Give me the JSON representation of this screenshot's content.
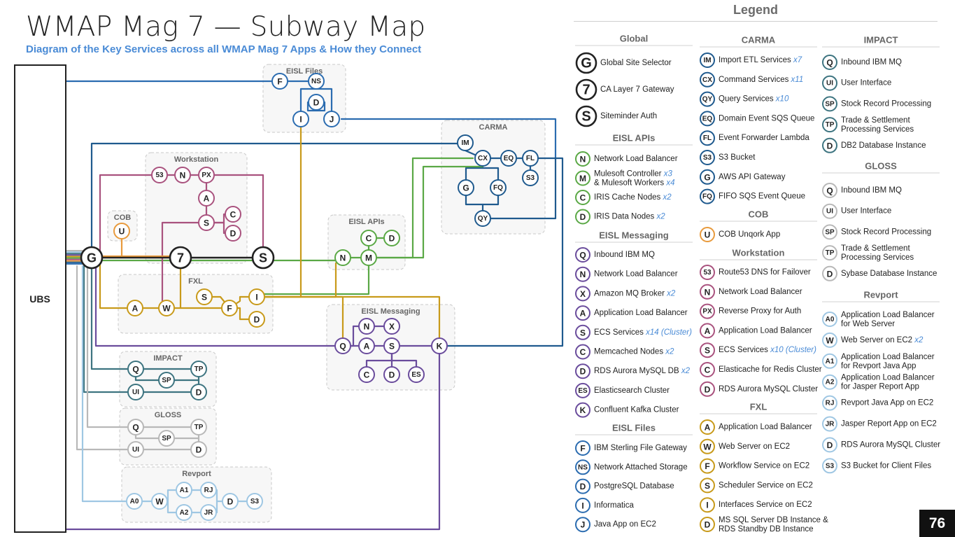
{
  "header": {
    "title": "WMAP Mag 7 — Subway Map",
    "subtitle": "Diagram of the Key Services across all WMAP Mag 7 Apps & How they Connect"
  },
  "colors": {
    "global": "#222222",
    "eisl_apis": "#5aa845",
    "eisl_messaging": "#6a4c9c",
    "eisl_files": "#2b6cb0",
    "carma": "#1f5a8e",
    "cob": "#e89a3c",
    "workstation": "#a9527e",
    "fxl": "#c89a1a",
    "impact": "#3d7480",
    "gloss": "#b8b8b8",
    "revport": "#9fc7e3"
  },
  "diagram": {
    "ubs_label": "UBS",
    "groups": {
      "eisl_files": "EISL Files",
      "carma": "CARMA",
      "workstation": "Workstation",
      "cob": "COB",
      "eisl_apis": "EISL APIs",
      "fxl": "FXL",
      "eisl_messaging": "EISL Messaging",
      "impact": "IMPACT",
      "gloss": "GLOSS",
      "revport": "Revport"
    }
  },
  "legend": {
    "title": "Legend",
    "sections": [
      {
        "title": "Global",
        "color": "global",
        "items": [
          {
            "code": "G",
            "label": "Global Site Selector"
          },
          {
            "code": "7",
            "label": "CA Layer 7 Gateway"
          },
          {
            "code": "S",
            "label": "Siteminder Auth"
          }
        ]
      },
      {
        "title": "EISL APIs",
        "color": "eisl_apis",
        "items": [
          {
            "code": "N",
            "label": "Network Load Balancer"
          },
          {
            "code": "M",
            "label": "Mulesoft Controller",
            "suffix": "x3",
            "label2": "& Mulesoft Workers",
            "suffix2": "x4"
          },
          {
            "code": "C",
            "label": "IRIS Cache Nodes",
            "suffix": "x2"
          },
          {
            "code": "D",
            "label": "IRIS Data Nodes",
            "suffix": "x2"
          }
        ]
      },
      {
        "title": "EISL Messaging",
        "color": "eisl_messaging",
        "items": [
          {
            "code": "Q",
            "label": "Inbound IBM MQ"
          },
          {
            "code": "N",
            "label": "Network Load Balancer"
          },
          {
            "code": "X",
            "label": "Amazon MQ Broker",
            "suffix": "x2"
          },
          {
            "code": "A",
            "label": "Application Load Balancer"
          },
          {
            "code": "S",
            "label": "ECS Services",
            "suffix": "x14 (Cluster)"
          },
          {
            "code": "C",
            "label": "Memcached Nodes",
            "suffix": "x2"
          },
          {
            "code": "D",
            "label": "RDS Aurora MySQL DB",
            "suffix": "x2"
          },
          {
            "code": "ES",
            "label": "Elasticsearch Cluster"
          },
          {
            "code": "K",
            "label": "Confluent Kafka Cluster"
          }
        ]
      },
      {
        "title": "EISL Files",
        "color": "eisl_files",
        "items": [
          {
            "code": "F",
            "label": "IBM Sterling File Gateway"
          },
          {
            "code": "NS",
            "label": "Network Attached Storage"
          },
          {
            "code": "D",
            "label": "PostgreSQL Database"
          },
          {
            "code": "I",
            "label": "Informatica"
          },
          {
            "code": "J",
            "label": "Java App on EC2"
          }
        ]
      },
      {
        "title": "CARMA",
        "color": "carma",
        "items": [
          {
            "code": "IM",
            "label": "Import ETL Services",
            "suffix": "x7"
          },
          {
            "code": "CX",
            "label": "Command Services",
            "suffix": "x11"
          },
          {
            "code": "QY",
            "label": "Query Services",
            "suffix": "x10"
          },
          {
            "code": "EQ",
            "label": "Domain Event SQS Queue"
          },
          {
            "code": "FL",
            "label": "Event Forwarder Lambda"
          },
          {
            "code": "S3",
            "label": "S3 Bucket"
          },
          {
            "code": "G",
            "label": "AWS API Gateway"
          },
          {
            "code": "FQ",
            "label": "FIFO SQS Event Queue"
          }
        ]
      },
      {
        "title": "COB",
        "color": "cob",
        "items": [
          {
            "code": "U",
            "label": "COB Unqork App"
          }
        ]
      },
      {
        "title": "Workstation",
        "color": "workstation",
        "items": [
          {
            "code": "53",
            "label": "Route53 DNS for Failover"
          },
          {
            "code": "N",
            "label": "Network Load Balancer"
          },
          {
            "code": "PX",
            "label": "Reverse Proxy for Auth"
          },
          {
            "code": "A",
            "label": "Application Load Balancer"
          },
          {
            "code": "S",
            "label": "ECS Services",
            "suffix": "x10 (Cluster)"
          },
          {
            "code": "C",
            "label": "Elasticache for Redis Cluster"
          },
          {
            "code": "D",
            "label": "RDS Aurora MySQL Cluster"
          }
        ]
      },
      {
        "title": "FXL",
        "color": "fxl",
        "items": [
          {
            "code": "A",
            "label": "Application Load Balancer"
          },
          {
            "code": "W",
            "label": "Web Server on EC2"
          },
          {
            "code": "F",
            "label": "Workflow Service on EC2"
          },
          {
            "code": "S",
            "label": "Scheduler Service on EC2"
          },
          {
            "code": "I",
            "label": "Interfaces Service on EC2"
          },
          {
            "code": "D",
            "label": "MS SQL Server DB Instance &",
            "label2": "RDS Standby DB Instance"
          }
        ]
      },
      {
        "title": "IMPACT",
        "color": "impact",
        "items": [
          {
            "code": "Q",
            "label": "Inbound IBM MQ"
          },
          {
            "code": "UI",
            "label": "User Interface"
          },
          {
            "code": "SP",
            "label": "Stock Record Processing"
          },
          {
            "code": "TP",
            "label": "Trade & Settlement",
            "label2": "Processing Services"
          },
          {
            "code": "D",
            "label": "DB2 Database Instance"
          }
        ]
      },
      {
        "title": "GLOSS",
        "color": "gloss",
        "items": [
          {
            "code": "Q",
            "label": "Inbound IBM MQ"
          },
          {
            "code": "UI",
            "label": "User Interface"
          },
          {
            "code": "SP",
            "label": "Stock Record Processing"
          },
          {
            "code": "TP",
            "label": "Trade & Settlement",
            "label2": "Processing Services"
          },
          {
            "code": "D",
            "label": "Sybase Database Instance"
          }
        ]
      },
      {
        "title": "Revport",
        "color": "revport",
        "items": [
          {
            "code": "A0",
            "label": "Application Load Balancer",
            "label2": "for Web Server"
          },
          {
            "code": "W",
            "label": "Web Server on EC2",
            "suffix": "x2"
          },
          {
            "code": "A1",
            "label": "Application Load Balancer",
            "label2": "for Revport Java App"
          },
          {
            "code": "A2",
            "label": "Application Load Balancer",
            "label2": "for Jasper Report App"
          },
          {
            "code": "RJ",
            "label": "Revport Java App on EC2"
          },
          {
            "code": "JR",
            "label": "Jasper Report App on EC2"
          },
          {
            "code": "D",
            "label": "RDS Aurora MySQL Cluster"
          },
          {
            "code": "S3",
            "label": "S3 Bucket for Client Files"
          }
        ]
      }
    ]
  },
  "page_number": "76"
}
